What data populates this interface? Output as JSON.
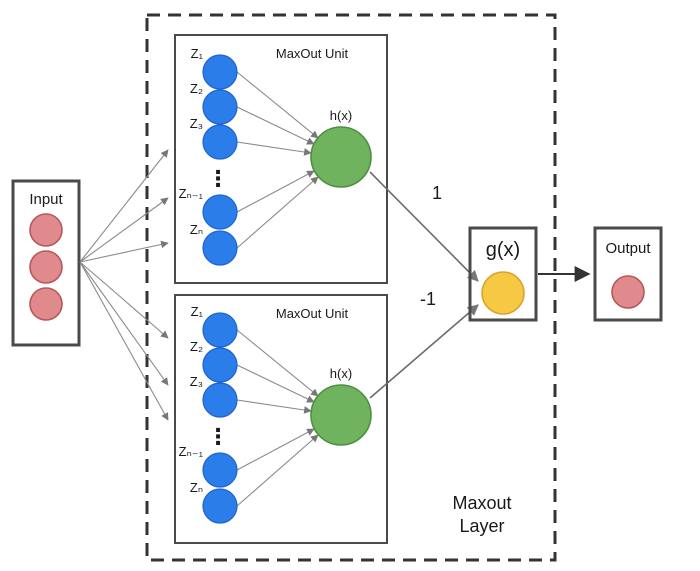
{
  "colors": {
    "input_node": "#e08a8d",
    "hidden_node": "#2b7de9",
    "maxout_node": "#6fb35f",
    "gate_node": "#f7c843",
    "output_node": "#e08a8d"
  },
  "input": {
    "label": "Input"
  },
  "units": [
    {
      "title": "MaxOut Unit",
      "output_label": "h(x)",
      "dots": "⋮",
      "nodes": [
        "Z₁",
        "Z₂",
        "Z₃",
        "Zₙ₋₁",
        "Zₙ"
      ]
    },
    {
      "title": "MaxOut Unit",
      "output_label": "h(x)",
      "dots": "⋮",
      "nodes": [
        "Z₁",
        "Z₂",
        "Z₃",
        "Zₙ₋₁",
        "Zₙ"
      ]
    }
  ],
  "edges": {
    "top_weight": "1",
    "bottom_weight": "-1"
  },
  "gate": {
    "label": "g(x)"
  },
  "output": {
    "label": "Output"
  },
  "layer": {
    "line1": "Maxout",
    "line2": "Layer"
  }
}
